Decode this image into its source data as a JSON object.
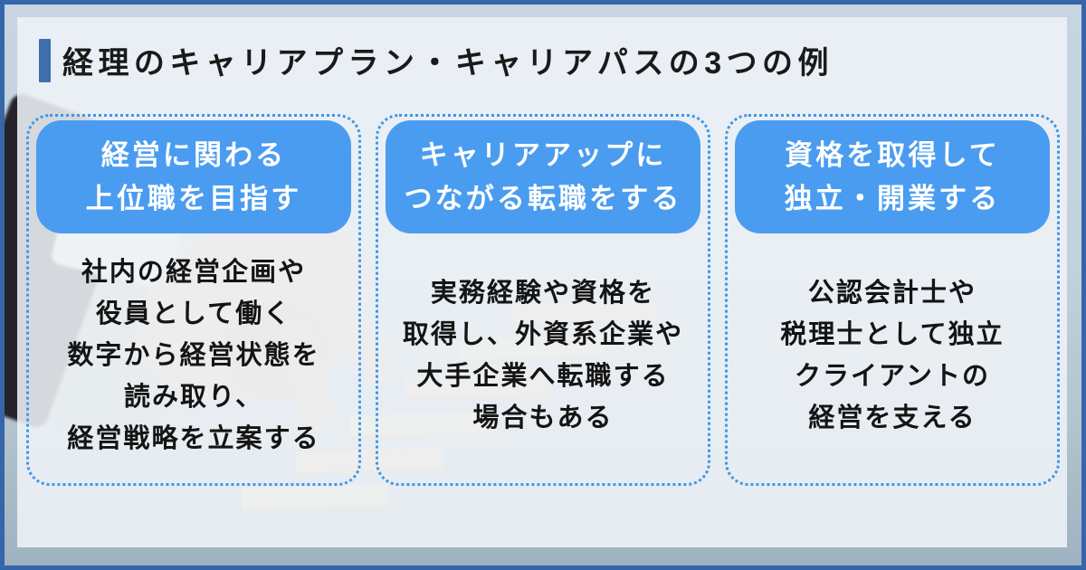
{
  "page": {
    "title": "経理のキャリアプラン・キャリアパスの3つの例"
  },
  "colors": {
    "frame_border": "#3566aa",
    "title_bar": "#3e6eae",
    "card_bg": "#edf1f5",
    "header_box_blue": "#4a9cf0",
    "dotted_border_blue": "#3e96ea",
    "header_text": "#ffffff",
    "body_text": "#141414"
  },
  "columns": [
    {
      "header_lines": [
        "経営に関わる",
        "上位職を目指す"
      ],
      "body_lines": [
        "社内の経営企画や",
        "役員として働く",
        "数字から経営状態を",
        "読み取り、",
        "経営戦略を立案する"
      ]
    },
    {
      "header_lines": [
        "キャリアアップに",
        "つながる転職をする"
      ],
      "body_lines": [
        "実務経験や資格を",
        "取得し、外資系企業や",
        "大手企業へ転職する",
        "場合もある"
      ]
    },
    {
      "header_lines": [
        "資格を取得して",
        "独立・開業する"
      ],
      "body_lines": [
        "公認会計士や",
        "税理士として独立",
        "クライアントの",
        "経営を支える"
      ]
    }
  ],
  "background": {
    "photo_elements": [
      "suit-sleeve",
      "shirt-cuff",
      "hand",
      "walking-fingers",
      "wooden-step-stairs"
    ]
  }
}
